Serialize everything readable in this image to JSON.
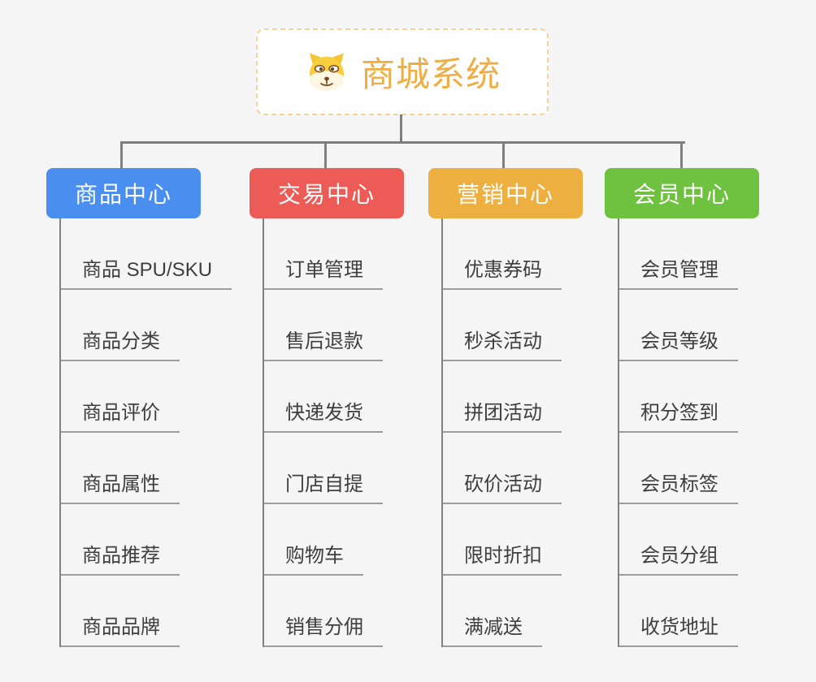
{
  "root": {
    "title": "商城系统",
    "icon": "dog-face-icon"
  },
  "branches": [
    {
      "label": "商品中心",
      "color": "#4a8ff0",
      "items": [
        "商品 SPU/SKU",
        "商品分类",
        "商品评价",
        "商品属性",
        "商品推荐",
        "商品品牌"
      ]
    },
    {
      "label": "交易中心",
      "color": "#ed5b56",
      "items": [
        "订单管理",
        "售后退款",
        "快递发货",
        "门店自提",
        "购物车",
        "销售分佣"
      ]
    },
    {
      "label": "营销中心",
      "color": "#eeaf41",
      "items": [
        "优惠券码",
        "秒杀活动",
        "拼团活动",
        "砍价活动",
        "限时折扣",
        "满减送"
      ]
    },
    {
      "label": "会员中心",
      "color": "#6fc23f",
      "items": [
        "会员管理",
        "会员等级",
        "积分签到",
        "会员标签",
        "会员分组",
        "收货地址"
      ]
    }
  ],
  "connector_color": "#7f7f7f",
  "underline_color": "#9c9c9c",
  "root_border_color": "#f4d29c",
  "root_title_color": "#efad46",
  "background_color": "#f5f5f5"
}
